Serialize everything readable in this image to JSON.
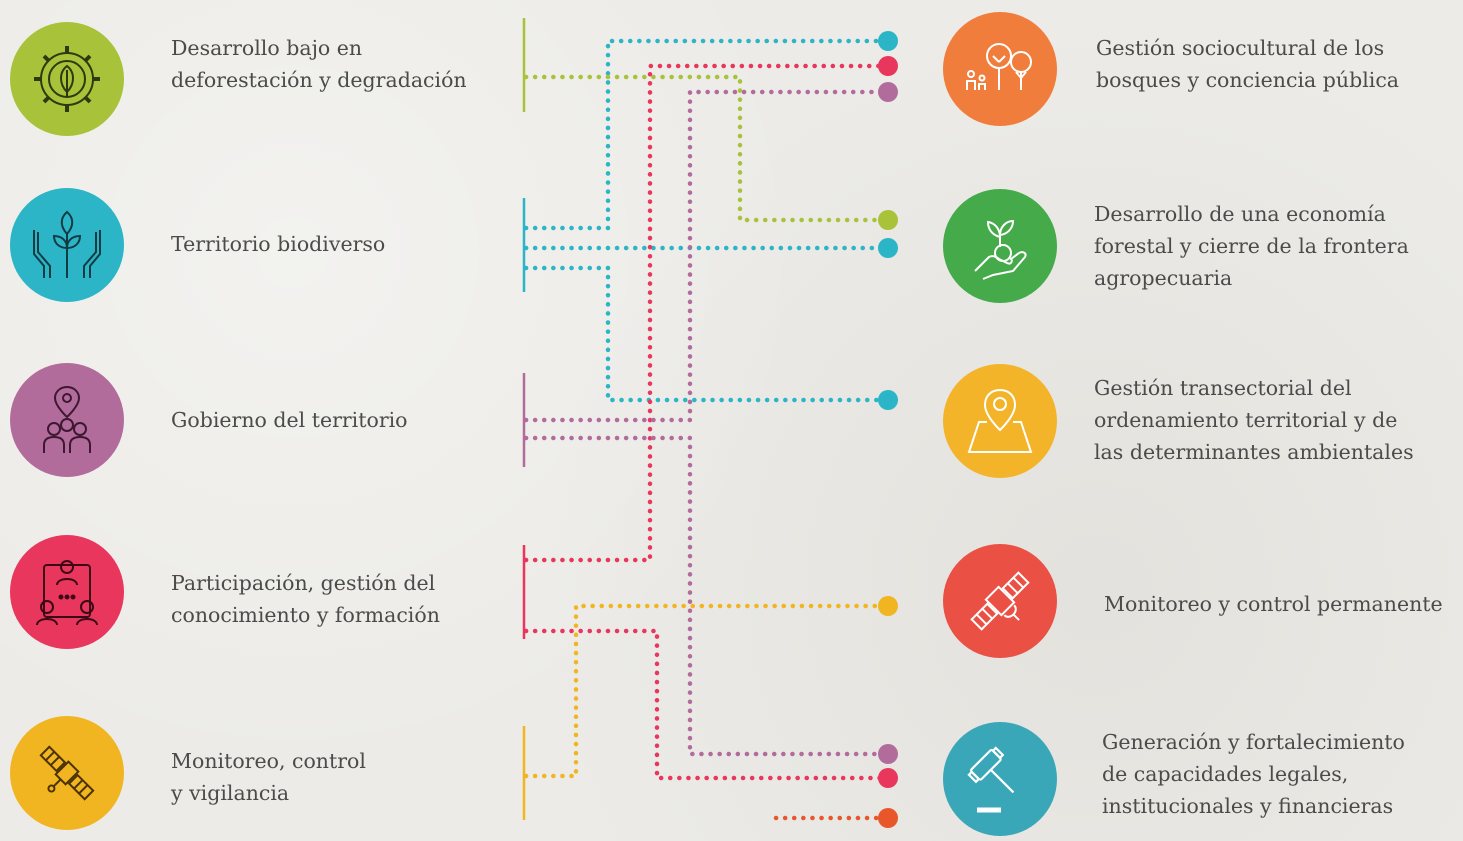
{
  "colors": {
    "lime": "#a8c23a",
    "teal": "#2bb5c6",
    "purple": "#b26c9c",
    "crimson": "#e8365d",
    "yellow": "#f2b522",
    "orange": "#f07d3b",
    "green": "#45ab4a",
    "gold": "#f3b42a",
    "red": "#ea5144",
    "steel": "#3aa7b9",
    "dark_orange": "#e8572a"
  },
  "left_items": [
    {
      "id": "desarrollo",
      "lines": [
        "Desarrollo bajo en",
        "deforestación y degradación"
      ],
      "icon": "gear-leaf-icon",
      "color": "lime"
    },
    {
      "id": "territorio",
      "lines": [
        "Territorio biodiverso"
      ],
      "icon": "hands-plant-icon",
      "color": "teal"
    },
    {
      "id": "gobierno",
      "lines": [
        "Gobierno del territorio"
      ],
      "icon": "people-location-icon",
      "color": "purple"
    },
    {
      "id": "participacion",
      "lines": [
        "Participación, gestión del",
        "conocimiento y formación"
      ],
      "icon": "people-network-icon",
      "color": "crimson"
    },
    {
      "id": "monitoreo",
      "lines": [
        "Monitoreo, control",
        "y vigilancia"
      ],
      "icon": "satellite-icon",
      "color": "yellow"
    }
  ],
  "right_items": [
    {
      "id": "gestion-sociocultural",
      "lines": [
        "Gestión sociocultural de los",
        "bosques y conciencia pública"
      ],
      "icon": "family-trees-icon",
      "color": "orange"
    },
    {
      "id": "economia-forestal",
      "lines": [
        "Desarrollo de una economía",
        "forestal y cierre de la frontera",
        "agropecuaria"
      ],
      "icon": "hand-seedling-icon",
      "color": "green"
    },
    {
      "id": "gestion-transectorial",
      "lines": [
        "Gestión transectorial del",
        "ordenamiento territorial y de",
        "las determinantes ambientales"
      ],
      "icon": "map-pin-icon",
      "color": "gold"
    },
    {
      "id": "monitoreo-permanente",
      "lines": [
        "Monitoreo y control permanente"
      ],
      "icon": "satellite-icon",
      "color": "red"
    },
    {
      "id": "capacidades",
      "lines": [
        "Generación y fortalecimiento",
        "de capacidades legales,",
        "institucionales y financieras"
      ],
      "icon": "gavel-icon",
      "color": "steel"
    }
  ]
}
